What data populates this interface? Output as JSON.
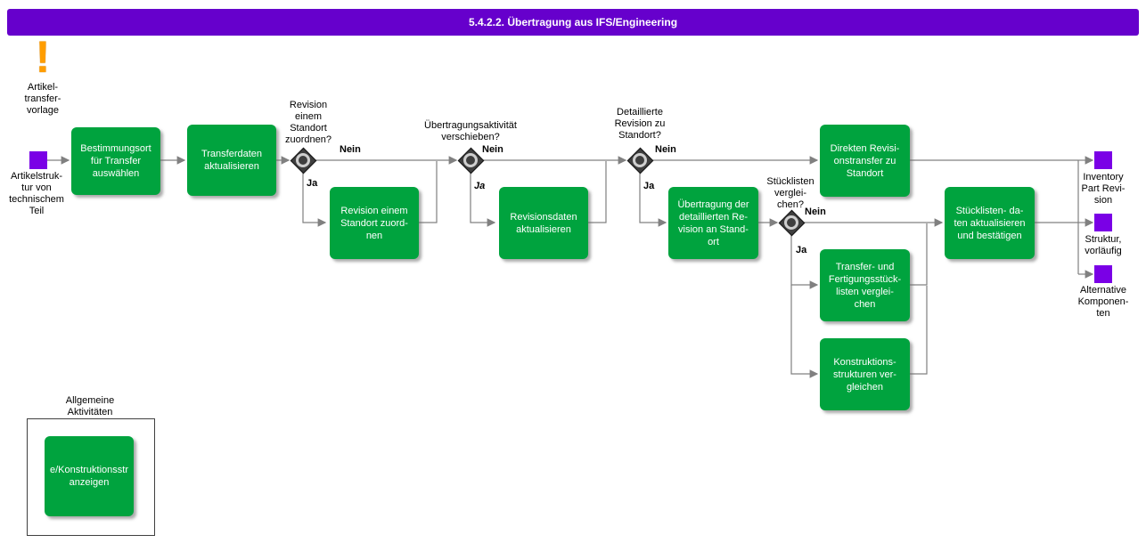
{
  "title": "5.4.2.2. Übertragung aus IFS/Engineering",
  "colors": {
    "title_bg": "#6600CC",
    "process": "#00A33E",
    "artifact": "#7A00E6",
    "warning": "#FF9D00",
    "line": "#808080"
  },
  "annotations": {
    "warning": "Artikel-\ntransfer-\nvorlage",
    "input": "Artikelstruk-\ntur von\ntechnischem\nTeil"
  },
  "processes": {
    "p1": "Bestimmungsort\nfür Transfer\nauswählen",
    "p2": "Transferdaten\naktualisieren",
    "p3": "Revision einem\nStandort zuord-\nnen",
    "p4": "Revisionsdaten\naktualisieren",
    "p5": "Direkten Revisi-\nonstransfer zu\nStandort",
    "p6": "Übertragung der\ndetaillierten Re-\nvision an Stand-\nort",
    "p7": "Stücklisten- da-\nten aktualisieren\nund bestätigen",
    "p8": "Transfer- und\nFertigungsstück-\nlisten  verglei-\nchen",
    "p9": "Konstruktions-\nstrukturen  ver-\ngleichen",
    "p10": "e/Konstruktionsstr\nanzeigen"
  },
  "decisions": {
    "d1": {
      "label": "Revision\neinem\nStandort\nzuordnen?",
      "yes": "Ja",
      "no": "Nein"
    },
    "d2": {
      "label": "Übertragungsaktivität\nverschieben?",
      "yes": "Ja",
      "no": "Nein"
    },
    "d3": {
      "label": "Detaillierte\nRevision zu\nStandort?",
      "yes": "Ja",
      "no": "Nein"
    },
    "d4": {
      "label": "Stücklisten\nverglei-\nchen?",
      "yes": "Ja",
      "no": "Nein"
    }
  },
  "outputs": {
    "o1": "Inventory\nPart Revi-\nsion",
    "o2": "Struktur,\nvorläufig",
    "o3": "Alternative\nKomponen-\nten"
  },
  "group": {
    "label": "Allgemeine\nAktivitäten"
  }
}
